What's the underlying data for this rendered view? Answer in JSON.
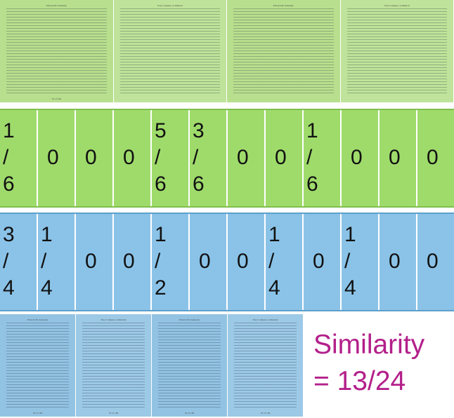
{
  "top_pages": [
    {
      "header": "Edward M. Kennedy",
      "footer": "76 of 100"
    },
    {
      "header": "True Compass: A Memoir",
      "footer": ""
    },
    {
      "header": "Edward M. Kennedy",
      "footer": ""
    },
    {
      "header": "True Compass: A Memoir",
      "footer": ""
    }
  ],
  "bottom_pages": [
    {
      "header": "Edward M. Kennedy",
      "footer": "76 of 100"
    },
    {
      "header": "True Compass: A Memoir",
      "footer": "76 of 100"
    },
    {
      "header": "Edward M. Kennedy",
      "footer": "76 of 100"
    },
    {
      "header": "True Compass: A Memoir",
      "footer": "76 of 100"
    }
  ],
  "green_row": [
    {
      "kind": "fraction",
      "num": "1",
      "slash": "/",
      "den": "6"
    },
    {
      "kind": "zero",
      "value": "0"
    },
    {
      "kind": "zero",
      "value": "0"
    },
    {
      "kind": "zero",
      "value": "0"
    },
    {
      "kind": "fraction",
      "num": "5",
      "slash": "/",
      "den": "6"
    },
    {
      "kind": "fraction",
      "num": "3",
      "slash": "/",
      "den": "6"
    },
    {
      "kind": "zero",
      "value": "0"
    },
    {
      "kind": "zero",
      "value": "0"
    },
    {
      "kind": "fraction",
      "num": "1",
      "slash": "/",
      "den": "6"
    },
    {
      "kind": "zero",
      "value": "0"
    },
    {
      "kind": "zero",
      "value": "0"
    },
    {
      "kind": "zero",
      "value": "0"
    }
  ],
  "blue_row": [
    {
      "kind": "fraction",
      "num": "3",
      "slash": "/",
      "den": "4"
    },
    {
      "kind": "fraction",
      "num": "1",
      "slash": "/",
      "den": "4"
    },
    {
      "kind": "zero",
      "value": "0"
    },
    {
      "kind": "zero",
      "value": "0"
    },
    {
      "kind": "fraction",
      "num": "1",
      "slash": "/",
      "den": "2"
    },
    {
      "kind": "zero",
      "value": "0"
    },
    {
      "kind": "zero",
      "value": "0"
    },
    {
      "kind": "fraction",
      "num": "1",
      "slash": "/",
      "den": "4"
    },
    {
      "kind": "zero",
      "value": "0"
    },
    {
      "kind": "fraction",
      "num": "1",
      "slash": "/",
      "den": "4"
    },
    {
      "kind": "zero",
      "value": "0"
    },
    {
      "kind": "zero",
      "value": "0"
    }
  ],
  "similarity": {
    "line1": "Similarity",
    "line2": "= 13/24"
  },
  "colors": {
    "green_row": "#9fdb6b",
    "blue_row": "#8bc3e8",
    "green_pages": "#bfe39a",
    "blue_pages": "#9cc9e6",
    "similarity_text": "#b3208a"
  }
}
